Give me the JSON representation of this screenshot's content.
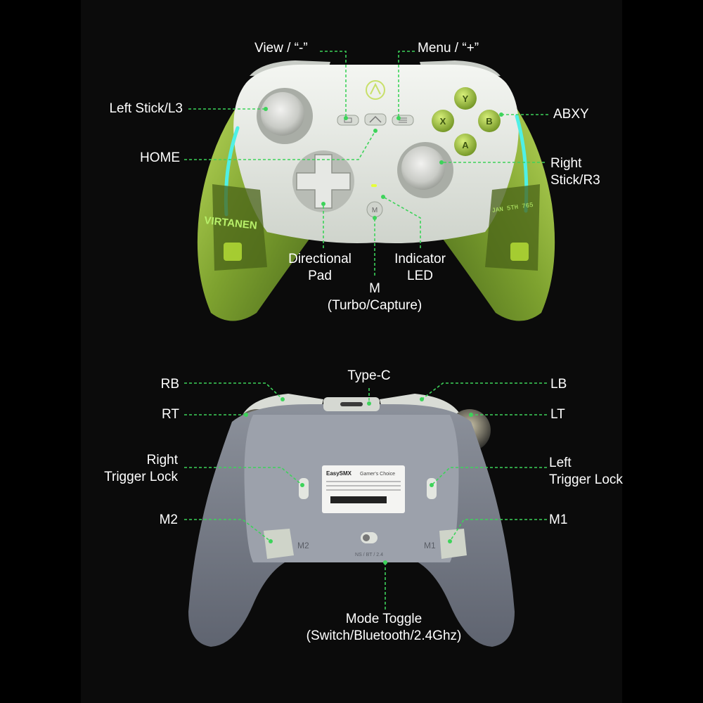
{
  "front_labels": {
    "view": "View  /  “-”",
    "menu": "Menu  /  “+”",
    "left_stick": "Left Stick/L3",
    "abxy": "ABXY",
    "home": "HOME",
    "right_stick_line1": "Right",
    "right_stick_line2": "Stick/R3",
    "dpad_line1": "Directional",
    "dpad_line2": "Pad",
    "led_line1": "Indicator",
    "led_line2": "LED",
    "m_line1": "M",
    "m_line2": "(Turbo/Capture)"
  },
  "back_labels": {
    "rb": "RB",
    "type_c": "Type-C",
    "lb": "LB",
    "rt": "RT",
    "lt": "LT",
    "right_lock_line1": "Right",
    "right_lock_line2": "Trigger Lock",
    "left_lock_line1": "Left",
    "left_lock_line2": "Trigger Lock",
    "m2": "M2",
    "m1": "M1",
    "mode_line1": "Mode Toggle",
    "mode_line2": "(Switch/Bluetooth/2.4Ghz)"
  },
  "controller_text": {
    "brand_print": "VIRTANEN",
    "grip_print": "JAN 5TH 765",
    "face_a": "A",
    "face_b": "B",
    "face_x": "X",
    "face_y": "Y",
    "m_button": "M",
    "paddle_m1": "M1",
    "paddle_m2": "M2",
    "toggle_marks": "NS / BT / 2.4",
    "sticker_brand": "EasySMX",
    "sticker_tag": "Gamer's Choice"
  },
  "colors": {
    "guide": "#3dd35a",
    "shell_white": "#e8ebe6",
    "grip_green": "#8fb83a",
    "back_gray": "#7a7f8a",
    "led_cyan": "#4ff0e6"
  },
  "icons": [
    "view-icon",
    "home-icon",
    "menu-icon",
    "usb-c-port-icon",
    "mode-switch-icon"
  ]
}
